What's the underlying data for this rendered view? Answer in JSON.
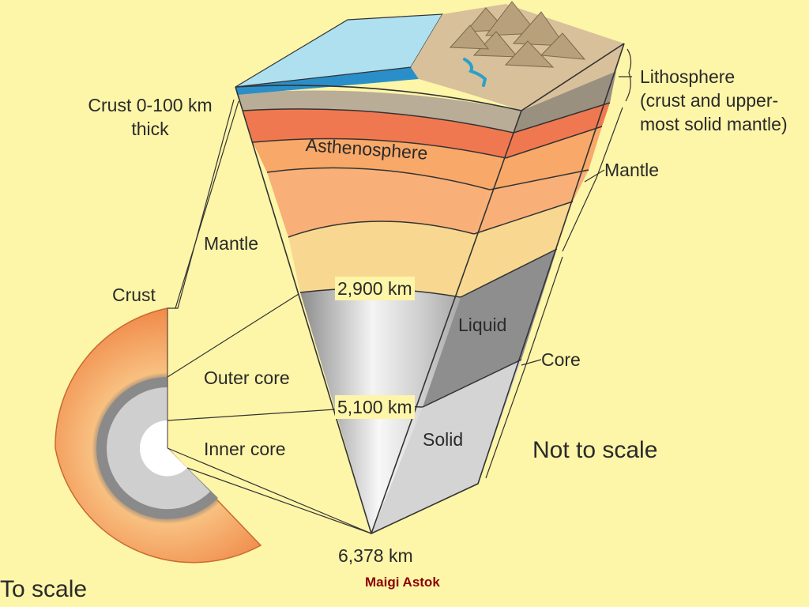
{
  "labels": {
    "crust_thickness": "Crust 0-100 km\nthick",
    "asthenosphere": "Asthenosphere",
    "mantle_left": "Mantle",
    "crust": "Crust",
    "depth_2900": "2,900 km",
    "liquid": "Liquid",
    "outer_core": "Outer core",
    "depth_5100": "5,100 km",
    "inner_core": "Inner core",
    "solid": "Solid",
    "depth_6378": "6,378 km",
    "to_scale": "To scale",
    "lithosphere": "Lithosphere\n(crust and upper-\nmost solid mantle)",
    "mantle_right": "Mantle",
    "core": "Core",
    "not_to_scale": "Not to scale",
    "credit": "Maigi Astok"
  },
  "colors": {
    "background": "#fdf5a8",
    "ocean": "#aee0f0",
    "crust": "#b9ad98",
    "asthenosphere": "#f07850",
    "upper_mantle": "#f8b078",
    "lower_mantle": "#f8d890",
    "outer_core": "#a0a0a0",
    "inner_core": "#e0e0e0",
    "land": "#d8c09a",
    "river": "#2aa0c8",
    "credit": "#8b0000"
  }
}
